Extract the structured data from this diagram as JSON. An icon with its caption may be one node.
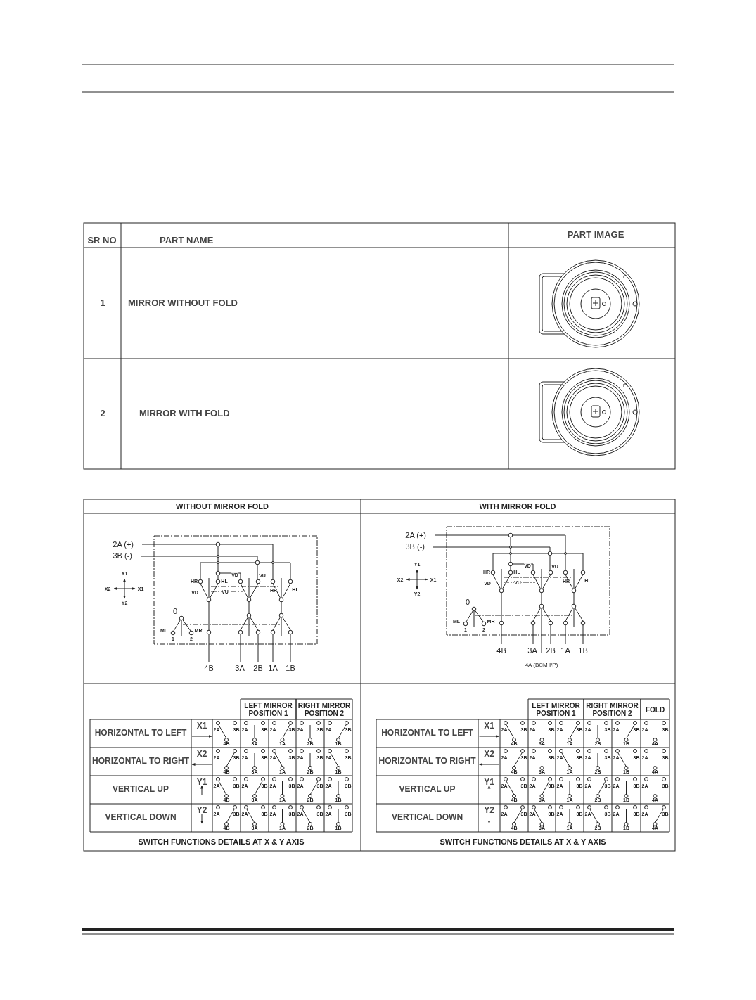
{
  "diagram": {
    "labels": [
      "SR NO",
      "PART NAME",
      "PART IMAGE",
      "1",
      "MIRROR WITHOUT FOLD",
      "2",
      "MIRROR WITH FOLD",
      "WITHOUT MIRROR FOLD",
      "WITH MIRROR FOLD",
      "2A (+)",
      "3B (-)",
      "Y1",
      "X2",
      "X1",
      "Y2",
      "VD",
      "VU",
      "HR",
      "HL",
      "HR",
      "HL",
      "VD",
      "VU",
      "0",
      "ML",
      "MR",
      "1",
      "2",
      "4B",
      "3A",
      "2B",
      "1A",
      "1B",
      "2A (+)",
      "3B (-)",
      "Y1",
      "X2",
      "X1",
      "Y2",
      "VD",
      "VU",
      "HR",
      "HL",
      "HR",
      "HL",
      "VD",
      "VU",
      "0",
      "ML",
      "MR",
      "1",
      "2",
      "4B",
      "3A",
      "2B",
      "1A",
      "1B",
      "4A (BCM I/P)",
      "LEFT MIRROR POSITION 1",
      "RIGHT MIRROR POSITION 2",
      "HORIZONTAL TO LEFT",
      "X1",
      "2A",
      "3B",
      "4B",
      "2A",
      "3B",
      "3A",
      "2A",
      "3B",
      "1A",
      "2A",
      "3B",
      "2B",
      "2A",
      "3B",
      "1B",
      "HORIZONTAL TO RIGHT",
      "X2",
      "2A",
      "3B",
      "4B",
      "2A",
      "3B",
      "3A",
      "2A",
      "3B",
      "1A",
      "2A",
      "3B",
      "2B",
      "2A",
      "3B",
      "1B",
      "VERTICAL UP",
      "Y1",
      "2A",
      "3B",
      "4B",
      "2A",
      "3B",
      "3A",
      "2A",
      "3B",
      "1A",
      "2A",
      "3B",
      "2B",
      "2A",
      "3B",
      "1B",
      "VERTICAL DOWN",
      "Y2",
      "2A",
      "3B",
      "4B",
      "2A",
      "3B",
      "3A",
      "2A",
      "3B",
      "1A",
      "2A",
      "3B",
      "2B",
      "2A",
      "3B",
      "1B",
      "SWITCH FUNCTIONS DETAILS AT X & Y AXIS",
      "LEFT MIRROR POSITION 1",
      "RIGHT MIRROR POSITION 2",
      "FOLD",
      "HORIZONTAL TO LEFT",
      "X1",
      "2A",
      "3B",
      "4B",
      "2A",
      "3B",
      "3A",
      "2A",
      "3B",
      "1A",
      "2A",
      "3B",
      "2B",
      "2A",
      "3B",
      "1B",
      "2A",
      "3B",
      "4A",
      "HORIZONTAL TO RIGHT",
      "X2",
      "2A",
      "3B",
      "4B",
      "2A",
      "3B",
      "3A",
      "2A",
      "3B",
      "1A",
      "2A",
      "3B",
      "2B",
      "2A",
      "3B",
      "1B",
      "2A",
      "3B",
      "4A",
      "VERTICAL UP",
      "Y1",
      "2A",
      "3B",
      "4B",
      "2A",
      "3B",
      "3A",
      "2A",
      "3B",
      "1A",
      "2A",
      "3B",
      "2B",
      "2A",
      "3B",
      "1B",
      "2A",
      "3B",
      "4A",
      "VERTICAL DOWN",
      "Y2",
      "2A",
      "3B",
      "4B",
      "2A",
      "3B",
      "3A",
      "2A",
      "3B",
      "1A",
      "2A",
      "3B",
      "2B",
      "2A",
      "3B",
      "1B",
      "2A",
      "3B",
      "4A",
      "SWITCH FUNCTIONS DETAILS AT X & Y AXIS"
    ]
  }
}
